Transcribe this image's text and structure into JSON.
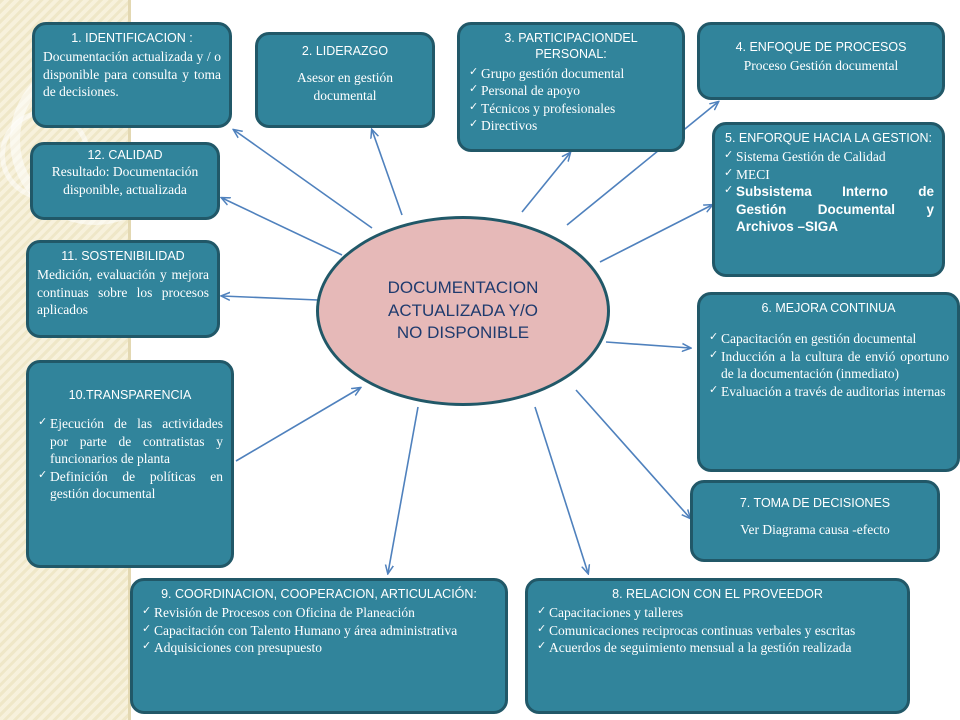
{
  "center": {
    "text": "DOCUMENTACION\nACTUALIZADA Y/O\nNO DISPONIBLE"
  },
  "nodes": {
    "n1": {
      "title": "1.   IDENTIFICACION :",
      "body": "Documentación actualizada y / o disponible para consulta y toma de decisiones."
    },
    "n2": {
      "title": "2. LIDERAZGO",
      "body": "Asesor en gestión documental"
    },
    "n3": {
      "title": "3. PARTICIPACIONDEL PERSONAL:",
      "items": [
        "Grupo gestión documental",
        "Personal de apoyo",
        "Técnicos y profesionales",
        "Directivos"
      ]
    },
    "n4": {
      "title": "4. ENFOQUE DE PROCESOS",
      "body": "Proceso Gestión documental"
    },
    "n5": {
      "title": "5. ENFORQUE HACIA LA GESTION:",
      "items": [
        "Sistema Gestión de Calidad",
        "MECI",
        "Subsistema Interno de Gestión Documental y Archivos –SIGA"
      ]
    },
    "n6": {
      "title": "6. MEJORA CONTINUA",
      "items": [
        "Capacitación en gestión documental",
        "Inducción a la cultura de envió oportuno de la documentación (inmediato)",
        "Evaluación a través de auditorias internas"
      ]
    },
    "n7": {
      "title": "7. TOMA DE DECISIONES",
      "body": "Ver Diagrama causa -efecto"
    },
    "n8": {
      "title": "8. RELACION CON EL PROVEEDOR",
      "items": [
        "Capacitaciones y talleres",
        "Comunicaciones reciprocas continuas verbales y escritas",
        "Acuerdos de seguimiento mensual  a la gestión realizada"
      ]
    },
    "n9": {
      "title": "9. COORDINACION, COOPERACION, ARTICULACIÓN:",
      "items": [
        "Revisión de Procesos con Oficina de Planeación",
        "Capacitación con Talento Humano y área administrativa",
        "Adquisiciones con presupuesto"
      ]
    },
    "n10": {
      "title": "10.TRANSPARENCIA",
      "items": [
        "Ejecución de las actividades por parte de contratistas y funcionarios de planta",
        "Definición de políticas en gestión documental"
      ]
    },
    "n11": {
      "title": "11. SOSTENIBILIDAD",
      "body": "Medición, evaluación y mejora continuas sobre los procesos aplicados"
    },
    "n12": {
      "title": "12. CALIDAD",
      "body": "Resultado: Documentación disponible, actualizada"
    }
  },
  "colors": {
    "box_fill": "#31849b",
    "box_border": "#215868",
    "center_fill": "#e6b9b8",
    "center_text": "#1f3b6e",
    "arrow": "#4f81bd"
  }
}
